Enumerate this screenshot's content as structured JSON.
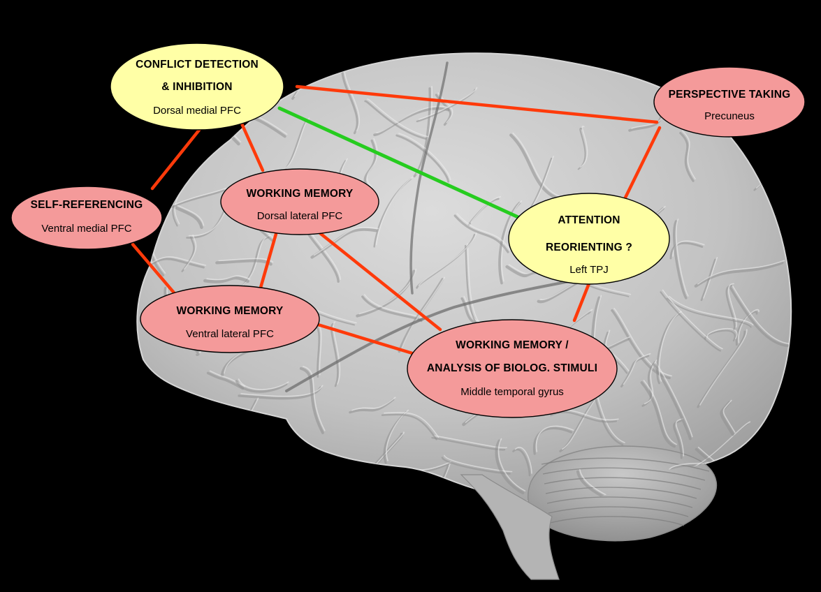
{
  "colors": {
    "background": "#000000",
    "brain": "#bdbdbd",
    "node_yellow": "#ffffa6",
    "node_pink": "#f49a9a",
    "link_red": "#ff3a0a",
    "link_green": "#26cc1f"
  },
  "nodes": {
    "conflict": {
      "line1": "CONFLICT DETECTION",
      "line2": "& INHIBITION",
      "sub": "Dorsal medial PFC",
      "color": "yellow"
    },
    "perspective": {
      "line1": "PERSPECTIVE TAKING",
      "sub": "Precuneus",
      "color": "pink"
    },
    "self": {
      "line1": "SELF-REFERENCING",
      "sub": "Ventral medial PFC",
      "color": "pink"
    },
    "wm_dlpfc": {
      "line1": "WORKING MEMORY",
      "sub": "Dorsal lateral PFC",
      "color": "pink"
    },
    "attention": {
      "line1": "ATTENTION",
      "line2": "REORIENTING ?",
      "sub": "Left TPJ",
      "color": "yellow"
    },
    "wm_vlpfc": {
      "line1": "WORKING MEMORY",
      "sub": "Ventral lateral PFC",
      "color": "pink"
    },
    "mtg": {
      "line1": "WORKING MEMORY /",
      "line2": "ANALYSIS OF BIOLOG. STIMULI",
      "sub": "Middle temporal gyrus",
      "color": "pink"
    }
  },
  "links": [
    {
      "from": "conflict",
      "to": "perspective",
      "color": "red"
    },
    {
      "from": "conflict",
      "to": "attention",
      "color": "green"
    },
    {
      "from": "conflict",
      "to": "self",
      "color": "red"
    },
    {
      "from": "conflict",
      "to": "wm_dlpfc",
      "color": "red"
    },
    {
      "from": "perspective",
      "to": "attention",
      "color": "red"
    },
    {
      "from": "self",
      "to": "wm_vlpfc",
      "color": "red"
    },
    {
      "from": "wm_dlpfc",
      "to": "wm_vlpfc",
      "color": "red"
    },
    {
      "from": "wm_dlpfc",
      "to": "mtg",
      "color": "red"
    },
    {
      "from": "wm_vlpfc",
      "to": "mtg",
      "color": "red"
    },
    {
      "from": "attention",
      "to": "mtg",
      "color": "red"
    }
  ]
}
